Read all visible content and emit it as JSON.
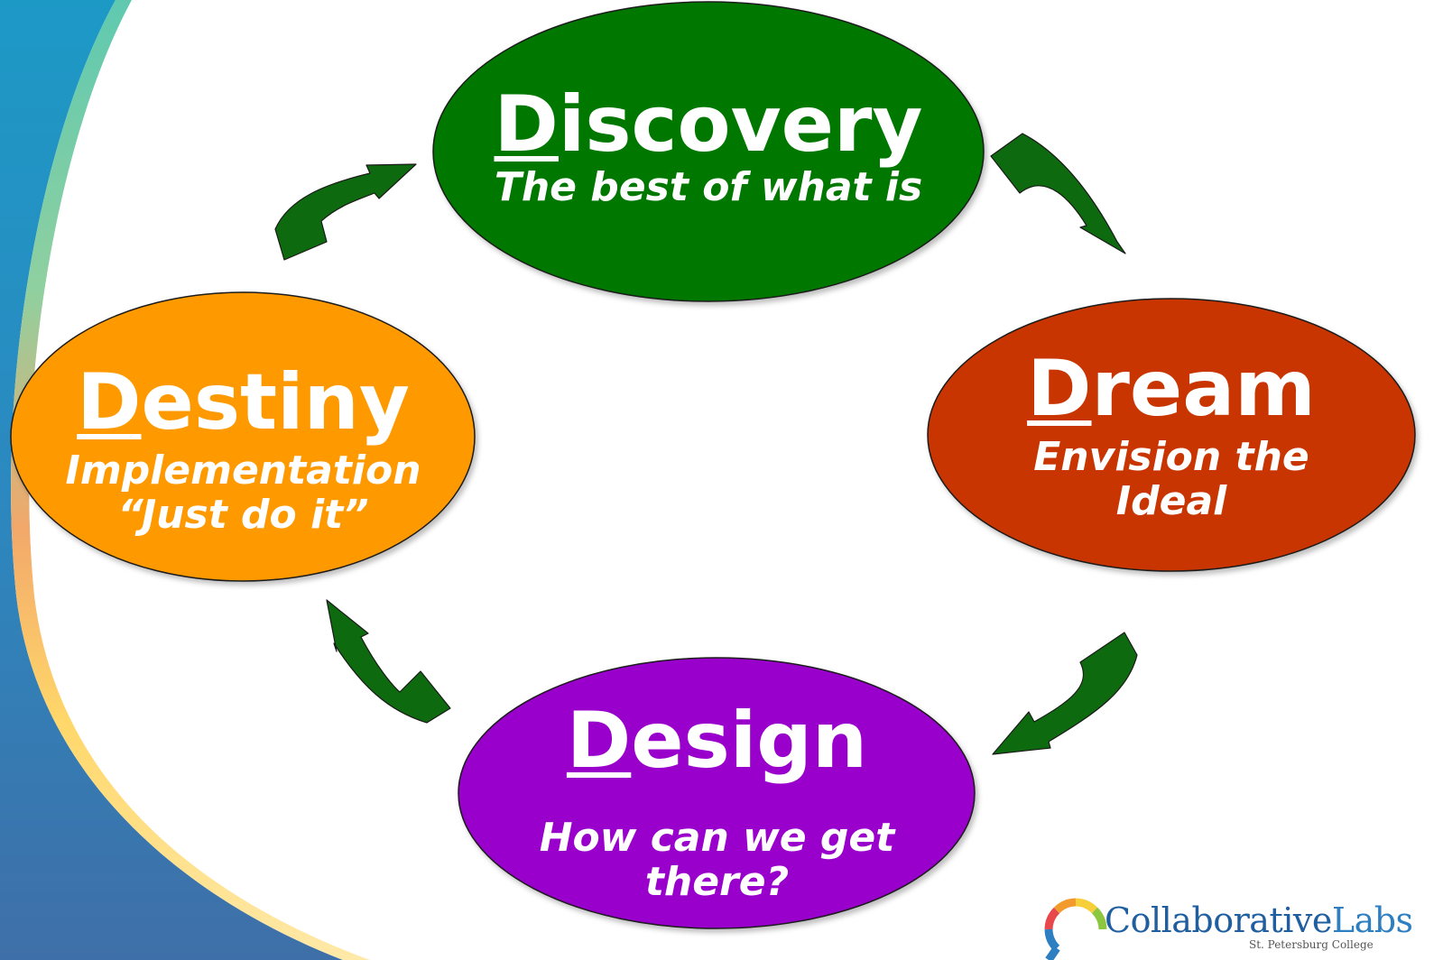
{
  "diagram": {
    "nodes": [
      {
        "id": "discovery",
        "initial": "D",
        "title_rest": "iscovery",
        "subtitle_lines": [
          "The best of what is"
        ],
        "color": "#047804"
      },
      {
        "id": "dream",
        "initial": "D",
        "title_rest": "ream",
        "subtitle_lines": [
          "Envision the",
          "Ideal"
        ],
        "color": "#c83400"
      },
      {
        "id": "design",
        "initial": "D",
        "title_rest": "esign",
        "subtitle_lines": [
          "How can we get",
          "there?"
        ],
        "color": "#9900cc"
      },
      {
        "id": "destiny",
        "initial": "D",
        "title_rest": "estiny",
        "subtitle_lines": [
          "Implementation",
          "“Just do it”"
        ],
        "color": "#ff9900"
      }
    ],
    "edges": [
      {
        "from": "discovery",
        "to": "dream"
      },
      {
        "from": "dream",
        "to": "design"
      },
      {
        "from": "design",
        "to": "destiny"
      },
      {
        "from": "destiny",
        "to": "discovery"
      }
    ],
    "arrow_color": "#0e6a0e"
  },
  "logo": {
    "name_part1": "Collaborative",
    "name_part2": "Labs",
    "subtitle": "St. Petersburg College",
    "icon": "speech-bubble-ring-icon"
  }
}
